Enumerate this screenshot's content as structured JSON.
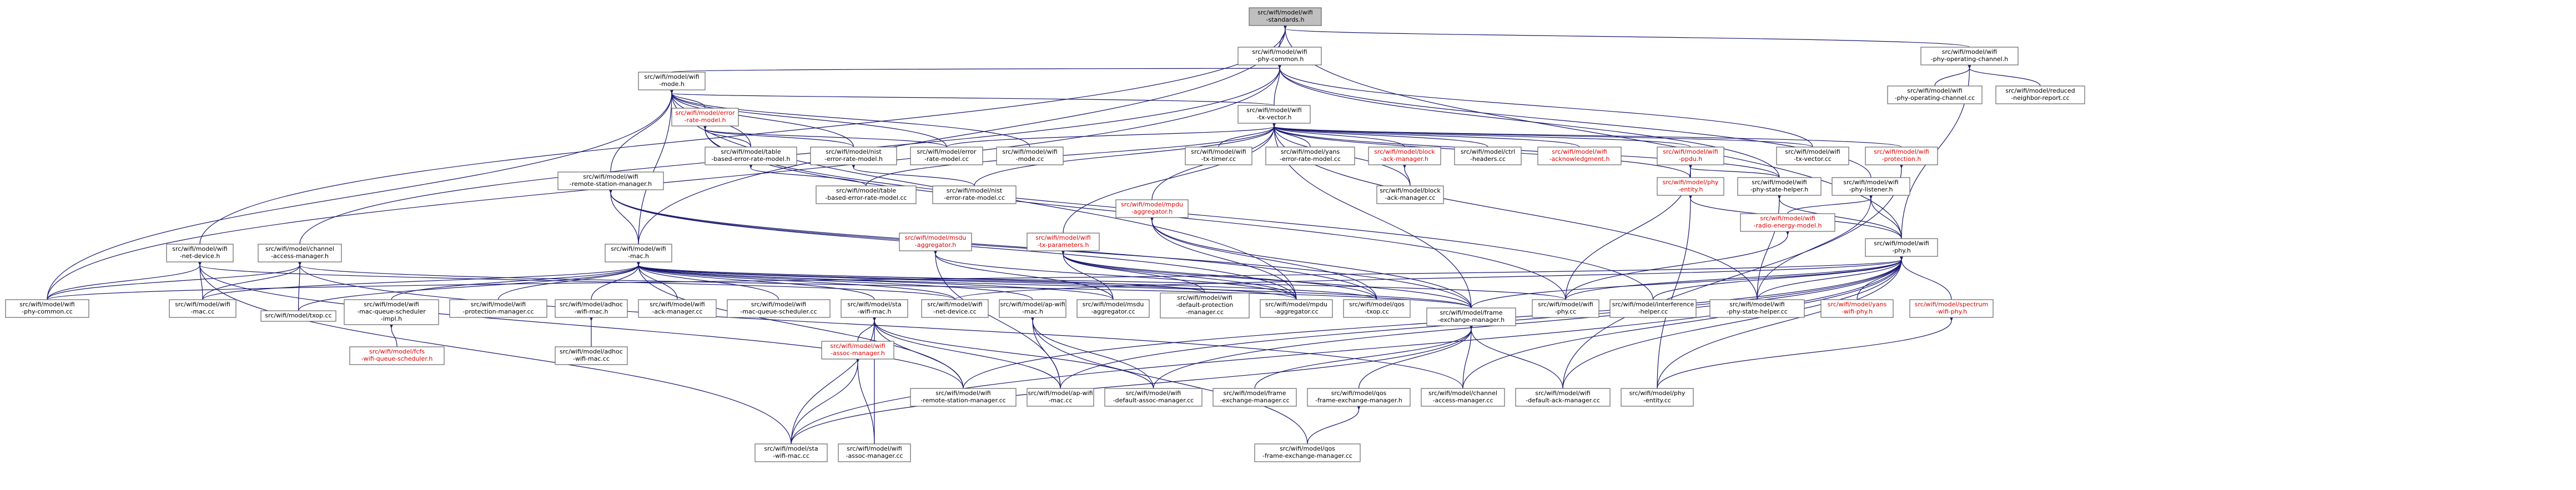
{
  "colors": {
    "node_fill": "#ffffff",
    "node_root_fill": "#bfbfbf",
    "node_border": "#666666",
    "edge": "#191970",
    "red_text": "#e00000",
    "text": "#000000"
  },
  "nodes": [
    {
      "id": "standards_h",
      "lines": [
        "src/wifi/model/wifi",
        "-standards.h"
      ],
      "root": true
    },
    {
      "id": "phy_common_h",
      "lines": [
        "src/wifi/model/wifi",
        "-phy-common.h"
      ]
    },
    {
      "id": "phy_op_channel_h",
      "lines": [
        "src/wifi/model/wifi",
        "-phy-operating-channel.h"
      ]
    },
    {
      "id": "mode_h",
      "lines": [
        "src/wifi/model/wifi",
        "-mode.h"
      ]
    },
    {
      "id": "phy_op_channel_cc",
      "lines": [
        "src/wifi/model/wifi",
        "-phy-operating-channel.cc"
      ]
    },
    {
      "id": "reduced_neighbor_cc",
      "lines": [
        "src/wifi/model/reduced",
        "-neighbor-report.cc"
      ]
    },
    {
      "id": "error_rate_model_h",
      "lines": [
        "src/wifi/model/error",
        "-rate-model.h"
      ],
      "red": true
    },
    {
      "id": "tx_vector_h",
      "lines": [
        "src/wifi/model/wifi",
        "-tx-vector.h"
      ]
    },
    {
      "id": "table_based_h",
      "lines": [
        "src/wifi/model/table",
        "-based-error-rate-model.h"
      ]
    },
    {
      "id": "nist_error_h",
      "lines": [
        "src/wifi/model/nist",
        "-error-rate-model.h"
      ]
    },
    {
      "id": "error_rate_cc",
      "lines": [
        "src/wifi/model/error",
        "-rate-model.cc"
      ]
    },
    {
      "id": "mode_cc",
      "lines": [
        "src/wifi/model/wifi",
        "-mode.cc"
      ]
    },
    {
      "id": "tx_timer_cc",
      "lines": [
        "src/wifi/model/wifi",
        "-tx-timer.cc"
      ]
    },
    {
      "id": "yans_error_cc",
      "lines": [
        "src/wifi/model/yans",
        "-error-rate-model.cc"
      ]
    },
    {
      "id": "block_ack_mgr_h",
      "lines": [
        "src/wifi/model/block",
        "-ack-manager.h"
      ],
      "red": true
    },
    {
      "id": "ctrl_headers_cc",
      "lines": [
        "src/wifi/model/ctrl",
        "-headers.cc"
      ]
    },
    {
      "id": "acknowledgment_h",
      "lines": [
        "src/wifi/model/wifi",
        "-acknowledgment.h"
      ],
      "red": true
    },
    {
      "id": "ppdu_h",
      "lines": [
        "src/wifi/model/wifi",
        "-ppdu.h"
      ],
      "red": true
    },
    {
      "id": "tx_vector_cc",
      "lines": [
        "src/wifi/model/wifi",
        "-tx-vector.cc"
      ]
    },
    {
      "id": "protection_h",
      "lines": [
        "src/wifi/model/wifi",
        "-protection.h"
      ],
      "red": true
    },
    {
      "id": "phy_entity_h",
      "lines": [
        "src/wifi/model/phy",
        "-entity.h"
      ],
      "red": true
    },
    {
      "id": "phy_state_helper_h",
      "lines": [
        "src/wifi/model/wifi",
        "-phy-state-helper.h"
      ]
    },
    {
      "id": "phy_listener_h",
      "lines": [
        "src/wifi/model/wifi",
        "-phy-listener.h"
      ]
    },
    {
      "id": "block_ack_mgr_cc",
      "lines": [
        "src/wifi/model/block",
        "-ack-manager.cc"
      ]
    },
    {
      "id": "table_based_cc",
      "lines": [
        "src/wifi/model/table",
        "-based-error-rate-model.cc"
      ]
    },
    {
      "id": "nist_error_cc",
      "lines": [
        "src/wifi/model/nist",
        "-error-rate-model.cc"
      ]
    },
    {
      "id": "remote_station_mgr_h",
      "lines": [
        "src/wifi/model/wifi",
        "-remote-station-manager.h"
      ]
    },
    {
      "id": "mpdu_agg_h",
      "lines": [
        "src/wifi/model/mpdu",
        "-aggregator.h"
      ],
      "red": true
    },
    {
      "id": "radio_energy_h",
      "lines": [
        "src/wifi/model/wifi",
        "-radio-energy-model.h"
      ],
      "red": true
    },
    {
      "id": "net_device_h",
      "lines": [
        "src/wifi/model/wifi",
        "-net-device.h"
      ]
    },
    {
      "id": "channel_access_h",
      "lines": [
        "src/wifi/model/channel",
        "-access-manager.h"
      ]
    },
    {
      "id": "mac_h",
      "lines": [
        "src/wifi/model/wifi",
        "-mac.h"
      ]
    },
    {
      "id": "msdu_agg_h",
      "lines": [
        "src/wifi/model/msdu",
        "-aggregator.h"
      ],
      "red": true
    },
    {
      "id": "tx_parameters_h",
      "lines": [
        "src/wifi/model/wifi",
        "-tx-parameters.h"
      ],
      "red": true
    },
    {
      "id": "phy_h",
      "lines": [
        "src/wifi/model/wifi",
        "-phy.h"
      ]
    },
    {
      "id": "phy_common_cc",
      "lines": [
        "src/wifi/model/wifi",
        "-phy-common.cc"
      ]
    },
    {
      "id": "mac_cc",
      "lines": [
        "src/wifi/model/wifi",
        "-mac.cc"
      ]
    },
    {
      "id": "txop_cc",
      "lines": [
        "src/wifi/model/txop.cc"
      ]
    },
    {
      "id": "mac_queue_sched_impl_h",
      "lines": [
        "src/wifi/model/wifi",
        "-mac-queue-scheduler",
        "-impl.h"
      ]
    },
    {
      "id": "protection_mgr_cc",
      "lines": [
        "src/wifi/model/wifi",
        "-protection-manager.cc"
      ]
    },
    {
      "id": "adhoc_mac_h",
      "lines": [
        "src/wifi/model/adhoc",
        "-wifi-mac.h"
      ]
    },
    {
      "id": "ack_mgr_cc",
      "lines": [
        "src/wifi/model/wifi",
        "-ack-manager.cc"
      ]
    },
    {
      "id": "mac_queue_sched_cc",
      "lines": [
        "src/wifi/model/wifi",
        "-mac-queue-scheduler.cc"
      ]
    },
    {
      "id": "sta_mac_h",
      "lines": [
        "src/wifi/model/sta",
        "-wifi-mac.h"
      ]
    },
    {
      "id": "net_device_cc",
      "lines": [
        "src/wifi/model/wifi",
        "-net-device.cc"
      ]
    },
    {
      "id": "ap_mac_h",
      "lines": [
        "src/wifi/model/ap-wifi",
        "-mac.h"
      ]
    },
    {
      "id": "msdu_agg_cc",
      "lines": [
        "src/wifi/model/msdu",
        "-aggregator.cc"
      ]
    },
    {
      "id": "default_protection_cc",
      "lines": [
        "src/wifi/model/wifi",
        "-default-protection",
        "-manager.cc"
      ]
    },
    {
      "id": "mpdu_agg_cc",
      "lines": [
        "src/wifi/model/mpdu",
        "-aggregator.cc"
      ]
    },
    {
      "id": "qos_txop_cc",
      "lines": [
        "src/wifi/model/qos",
        "-txop.cc"
      ]
    },
    {
      "id": "frame_exchange_h",
      "lines": [
        "src/wifi/model/frame",
        "-exchange-manager.h"
      ]
    },
    {
      "id": "phy_cc",
      "lines": [
        "src/wifi/model/wifi",
        "-phy.cc"
      ]
    },
    {
      "id": "interference_helper_cc",
      "lines": [
        "src/wifi/model/interference",
        "-helper.cc"
      ]
    },
    {
      "id": "phy_state_helper_cc",
      "lines": [
        "src/wifi/model/wifi",
        "-phy-state-helper.cc"
      ]
    },
    {
      "id": "yans_phy_h",
      "lines": [
        "src/wifi/model/yans",
        "-wifi-phy.h"
      ],
      "red": true
    },
    {
      "id": "spectrum_phy_h",
      "lines": [
        "src/wifi/model/spectrum",
        "-wifi-phy.h"
      ],
      "red": true
    },
    {
      "id": "queue_scheduler_h",
      "lines": [
        "src/wifi/model/fcfs",
        "-wifi-queue-scheduler.h"
      ],
      "red": true
    },
    {
      "id": "adhoc_mac_cc",
      "lines": [
        "src/wifi/model/adhoc",
        "-wifi-mac.cc"
      ]
    },
    {
      "id": "assoc_mgr_h",
      "lines": [
        "src/wifi/model/wifi",
        "-assoc-manager.h"
      ],
      "red": true
    },
    {
      "id": "remote_station_cc",
      "lines": [
        "src/wifi/model/wifi",
        "-remote-station-manager.cc"
      ]
    },
    {
      "id": "ap_mac_cc",
      "lines": [
        "src/wifi/model/ap-wifi",
        "-mac.cc"
      ]
    },
    {
      "id": "default_assoc_cc",
      "lines": [
        "src/wifi/model/wifi",
        "-default-assoc-manager.cc"
      ]
    },
    {
      "id": "frame_exchange_cc",
      "lines": [
        "src/wifi/model/frame",
        "-exchange-manager.cc"
      ]
    },
    {
      "id": "qos_frame_exchange_h",
      "lines": [
        "src/wifi/model/qos",
        "-frame-exchange-manager.h"
      ]
    },
    {
      "id": "channel_access_cc",
      "lines": [
        "src/wifi/model/channel",
        "-access-manager.cc"
      ]
    },
    {
      "id": "default_ack_cc",
      "lines": [
        "src/wifi/model/wifi",
        "-default-ack-manager.cc"
      ]
    },
    {
      "id": "phy_entity_cc",
      "lines": [
        "src/wifi/model/phy",
        "-entity.cc"
      ]
    },
    {
      "id": "sta_mac_cc",
      "lines": [
        "src/wifi/model/sta",
        "-wifi-mac.cc"
      ]
    },
    {
      "id": "assoc_mgr_cc",
      "lines": [
        "src/wifi/model/wifi",
        "-assoc-manager.cc"
      ]
    },
    {
      "id": "qos_frame_exchange_cc",
      "lines": [
        "src/wifi/model/qos",
        "-frame-exchange-manager.cc"
      ]
    }
  ],
  "edges": [
    [
      "standards_h",
      "phy_common_h"
    ],
    [
      "standards_h",
      "phy_op_channel_h"
    ],
    [
      "standards_h",
      "net_device_h"
    ],
    [
      "standards_h",
      "mac_h"
    ],
    [
      "standards_h",
      "phy_h"
    ],
    [
      "phy_common_h",
      "mode_h"
    ],
    [
      "phy_common_h",
      "tx_vector_h"
    ],
    [
      "phy_common_h",
      "channel_access_h"
    ],
    [
      "phy_common_h",
      "phy_common_cc"
    ],
    [
      "phy_common_h",
      "phy_listener_h"
    ],
    [
      "phy_common_h",
      "tx_vector_cc"
    ],
    [
      "phy_common_h",
      "phy_state_helper_h"
    ],
    [
      "phy_op_channel_h",
      "phy_op_channel_cc"
    ],
    [
      "phy_op_channel_h",
      "reduced_neighbor_cc"
    ],
    [
      "phy_op_channel_h",
      "phy_h"
    ],
    [
      "mode_h",
      "error_rate_model_h"
    ],
    [
      "mode_h",
      "tx_vector_h"
    ],
    [
      "mode_h",
      "table_based_h"
    ],
    [
      "mode_h",
      "nist_error_h"
    ],
    [
      "mode_h",
      "error_rate_cc"
    ],
    [
      "mode_h",
      "mode_cc"
    ],
    [
      "mode_h",
      "remote_station_mgr_h"
    ],
    [
      "mode_h",
      "mac_h"
    ],
    [
      "mode_h",
      "phy_common_cc"
    ],
    [
      "mode_h",
      "mpdu_agg_cc"
    ],
    [
      "error_rate_model_h",
      "table_based_h"
    ],
    [
      "error_rate_model_h",
      "nist_error_h"
    ],
    [
      "error_rate_model_h",
      "error_rate_cc"
    ],
    [
      "error_rate_model_h",
      "phy_cc"
    ],
    [
      "error_rate_model_h",
      "interference_helper_cc"
    ],
    [
      "tx_vector_h",
      "tx_timer_cc"
    ],
    [
      "tx_vector_h",
      "yans_error_cc"
    ],
    [
      "tx_vector_h",
      "block_ack_mgr_h"
    ],
    [
      "tx_vector_h",
      "ctrl_headers_cc"
    ],
    [
      "tx_vector_h",
      "acknowledgment_h"
    ],
    [
      "tx_vector_h",
      "ppdu_h"
    ],
    [
      "tx_vector_h",
      "tx_vector_cc"
    ],
    [
      "tx_vector_h",
      "protection_h"
    ],
    [
      "tx_vector_h",
      "table_based_cc"
    ],
    [
      "tx_vector_h",
      "nist_error_cc"
    ],
    [
      "tx_vector_h",
      "block_ack_mgr_cc"
    ],
    [
      "tx_vector_h",
      "tx_parameters_h"
    ],
    [
      "tx_vector_h",
      "phy_entity_h"
    ],
    [
      "tx_vector_h",
      "phy_state_helper_h"
    ],
    [
      "tx_vector_h",
      "error_rate_cc"
    ],
    [
      "tx_vector_h",
      "frame_exchange_h"
    ],
    [
      "tx_vector_h",
      "mpdu_agg_h"
    ],
    [
      "tx_vector_h",
      "phy_state_helper_cc"
    ],
    [
      "table_based_h",
      "table_based_cc"
    ],
    [
      "nist_error_h",
      "nist_error_cc"
    ],
    [
      "block_ack_mgr_h",
      "block_ack_mgr_cc"
    ],
    [
      "ppdu_h",
      "phy_entity_h"
    ],
    [
      "ppdu_h",
      "phy_state_helper_h"
    ],
    [
      "ppdu_h",
      "phy_cc"
    ],
    [
      "phy_entity_h",
      "phy_h"
    ],
    [
      "phy_entity_h",
      "phy_entity_cc"
    ],
    [
      "phy_state_helper_h",
      "phy_h"
    ],
    [
      "phy_state_helper_h",
      "phy_state_helper_cc"
    ],
    [
      "phy_listener_h",
      "phy_h"
    ],
    [
      "phy_listener_h",
      "radio_energy_h"
    ],
    [
      "phy_listener_h",
      "phy_state_helper_cc"
    ],
    [
      "protection_h",
      "default_ack_cc"
    ],
    [
      "radio_energy_h",
      "phy_cc"
    ],
    [
      "remote_station_mgr_h",
      "mac_h"
    ],
    [
      "remote_station_mgr_h",
      "mpdu_agg_cc"
    ],
    [
      "remote_station_mgr_h",
      "frame_exchange_h"
    ],
    [
      "remote_station_mgr_h",
      "qos_txop_cc"
    ],
    [
      "mpdu_agg_h",
      "mpdu_agg_cc"
    ],
    [
      "mpdu_agg_h",
      "qos_txop_cc"
    ],
    [
      "mpdu_agg_h",
      "frame_exchange_h"
    ],
    [
      "net_device_h",
      "phy_common_cc"
    ],
    [
      "net_device_h",
      "mac_cc"
    ],
    [
      "net_device_h",
      "net_device_cc"
    ],
    [
      "net_device_h",
      "remote_station_cc"
    ],
    [
      "net_device_h",
      "sta_mac_cc"
    ],
    [
      "channel_access_h",
      "txop_cc"
    ],
    [
      "channel_access_h",
      "mac_cc"
    ],
    [
      "channel_access_h",
      "frame_exchange_h"
    ],
    [
      "channel_access_h",
      "channel_access_cc"
    ],
    [
      "channel_access_h",
      "phy_common_cc"
    ],
    [
      "mac_h",
      "mac_cc"
    ],
    [
      "mac_h",
      "txop_cc"
    ],
    [
      "mac_h",
      "mac_queue_sched_impl_h"
    ],
    [
      "mac_h",
      "protection_mgr_cc"
    ],
    [
      "mac_h",
      "adhoc_mac_h"
    ],
    [
      "mac_h",
      "ack_mgr_cc"
    ],
    [
      "mac_h",
      "mac_queue_sched_cc"
    ],
    [
      "mac_h",
      "sta_mac_h"
    ],
    [
      "mac_h",
      "net_device_cc"
    ],
    [
      "mac_h",
      "ap_mac_h"
    ],
    [
      "mac_h",
      "msdu_agg_cc"
    ],
    [
      "mac_h",
      "default_protection_cc"
    ],
    [
      "mac_h",
      "mpdu_agg_cc"
    ],
    [
      "mac_h",
      "qos_txop_cc"
    ],
    [
      "mac_h",
      "frame_exchange_h"
    ],
    [
      "mac_h",
      "phy_cc"
    ],
    [
      "mac_h",
      "remote_station_cc"
    ],
    [
      "msdu_agg_h",
      "msdu_agg_cc"
    ],
    [
      "msdu_agg_h",
      "mpdu_agg_cc"
    ],
    [
      "msdu_agg_h",
      "ap_mac_cc"
    ],
    [
      "tx_parameters_h",
      "default_protection_cc"
    ],
    [
      "tx_parameters_h",
      "mpdu_agg_cc"
    ],
    [
      "tx_parameters_h",
      "qos_txop_cc"
    ],
    [
      "tx_parameters_h",
      "frame_exchange_h"
    ],
    [
      "tx_parameters_h",
      "msdu_agg_cc"
    ],
    [
      "phy_h",
      "phy_common_cc"
    ],
    [
      "phy_h",
      "frame_exchange_h"
    ],
    [
      "phy_h",
      "phy_cc"
    ],
    [
      "phy_h",
      "interference_helper_cc"
    ],
    [
      "phy_h",
      "phy_state_helper_cc"
    ],
    [
      "phy_h",
      "yans_phy_h"
    ],
    [
      "phy_h",
      "spectrum_phy_h"
    ],
    [
      "phy_h",
      "remote_station_cc"
    ],
    [
      "phy_h",
      "ap_mac_cc"
    ],
    [
      "phy_h",
      "default_assoc_cc"
    ],
    [
      "phy_h",
      "channel_access_cc"
    ],
    [
      "phy_h",
      "default_ack_cc"
    ],
    [
      "phy_h",
      "phy_entity_cc"
    ],
    [
      "phy_h",
      "sta_mac_cc"
    ],
    [
      "phy_h",
      "net_device_cc"
    ],
    [
      "mac_queue_sched_impl_h",
      "queue_scheduler_h"
    ],
    [
      "adhoc_mac_h",
      "adhoc_mac_cc"
    ],
    [
      "sta_mac_h",
      "assoc_mgr_h"
    ],
    [
      "sta_mac_h",
      "remote_station_cc"
    ],
    [
      "sta_mac_h",
      "ap_mac_cc"
    ],
    [
      "sta_mac_h",
      "default_assoc_cc"
    ],
    [
      "sta_mac_h",
      "sta_mac_cc"
    ],
    [
      "sta_mac_h",
      "assoc_mgr_cc"
    ],
    [
      "ap_mac_h",
      "ap_mac_cc"
    ],
    [
      "ap_mac_h",
      "qos_frame_exchange_cc"
    ],
    [
      "ap_mac_h",
      "default_assoc_cc"
    ],
    [
      "assoc_mgr_h",
      "sta_mac_cc"
    ],
    [
      "assoc_mgr_h",
      "assoc_mgr_cc"
    ],
    [
      "frame_exchange_h",
      "frame_exchange_cc"
    ],
    [
      "frame_exchange_h",
      "qos_frame_exchange_h"
    ],
    [
      "frame_exchange_h",
      "channel_access_cc"
    ],
    [
      "frame_exchange_h",
      "default_ack_cc"
    ],
    [
      "frame_exchange_h",
      "sta_mac_cc"
    ],
    [
      "qos_frame_exchange_h",
      "qos_frame_exchange_cc"
    ],
    [
      "spectrum_phy_h",
      "phy_entity_cc"
    ]
  ]
}
